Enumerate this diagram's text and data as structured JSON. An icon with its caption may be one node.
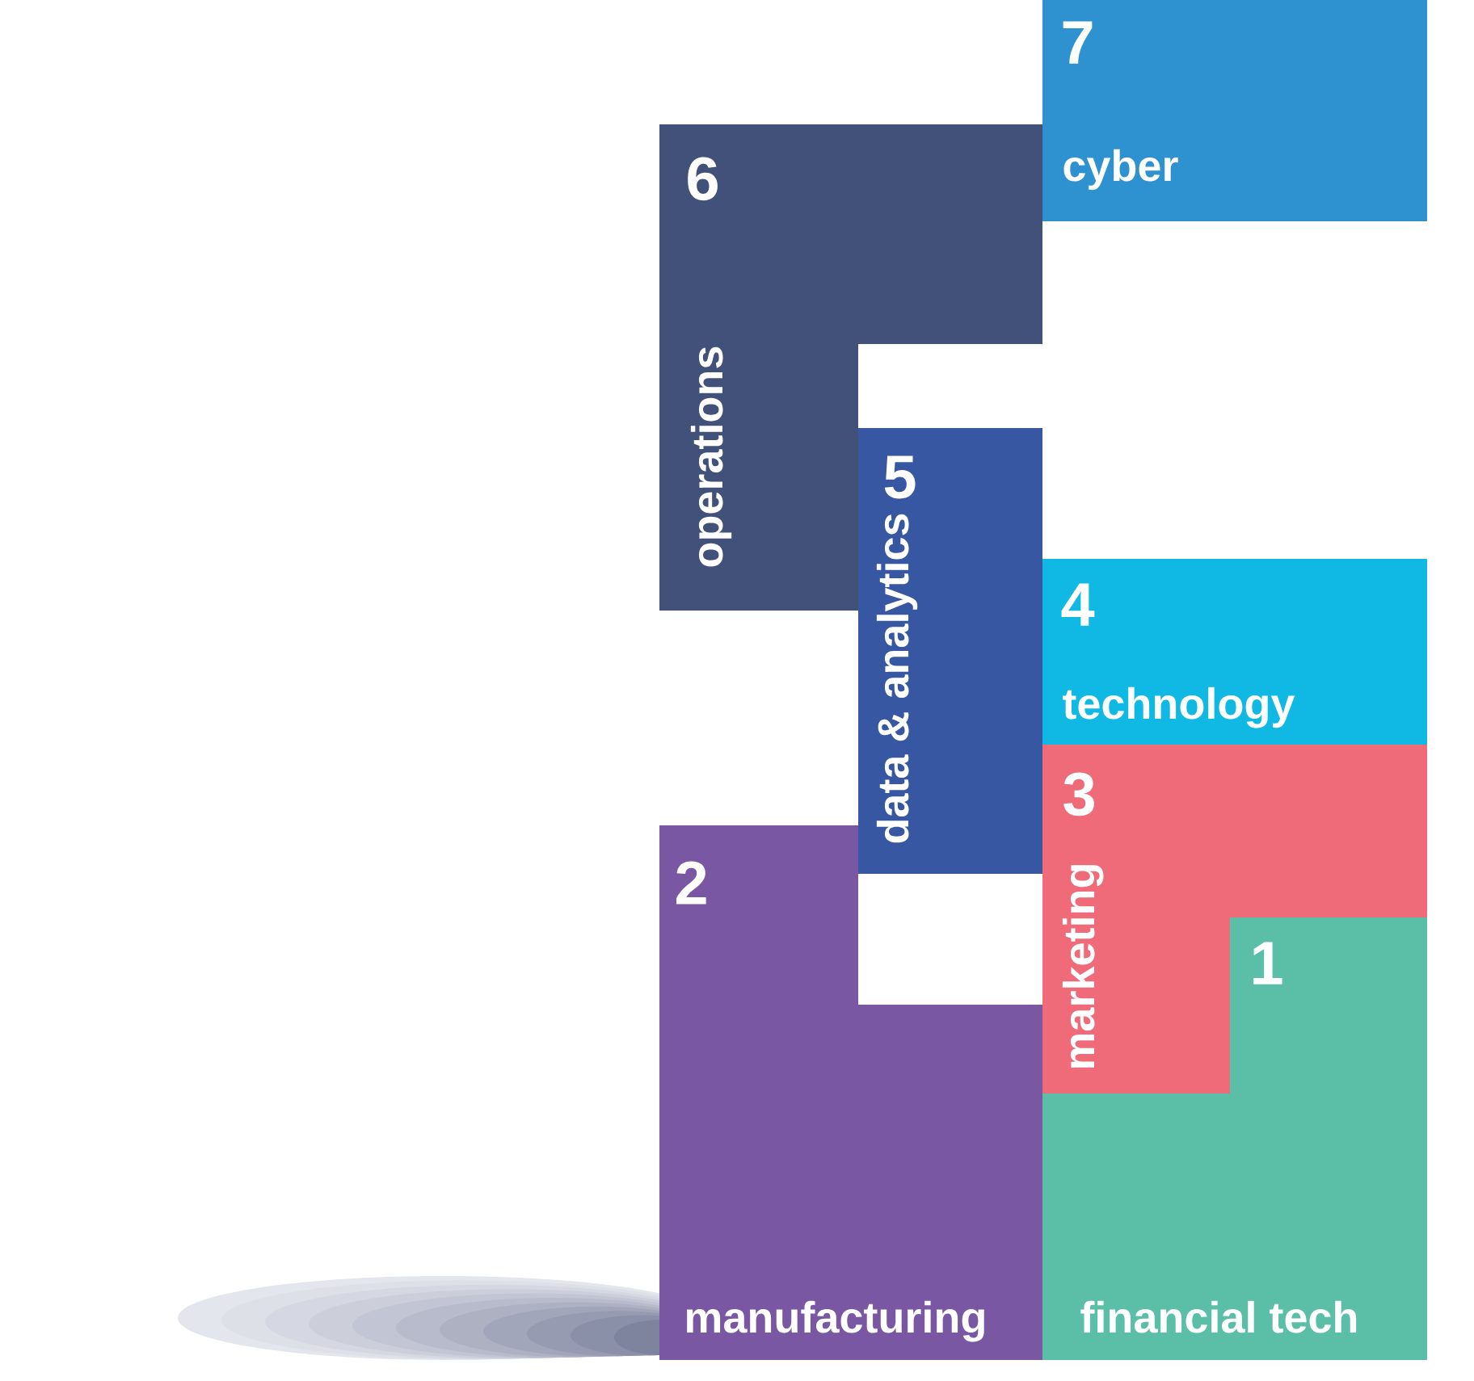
{
  "diagram": {
    "nodes": [
      {
        "text": [
          "7",
          "cyber"
        ]
      },
      {
        "text": [
          "6",
          "operations"
        ]
      },
      {
        "text": [
          "5",
          "data & analytics"
        ]
      },
      {
        "text": [
          "4",
          "technology"
        ]
      },
      {
        "text": [
          "3",
          "marketing"
        ]
      },
      {
        "text": [
          "2",
          "manufacturing"
        ]
      },
      {
        "text": [
          "1",
          "financial tech"
        ]
      }
    ]
  }
}
